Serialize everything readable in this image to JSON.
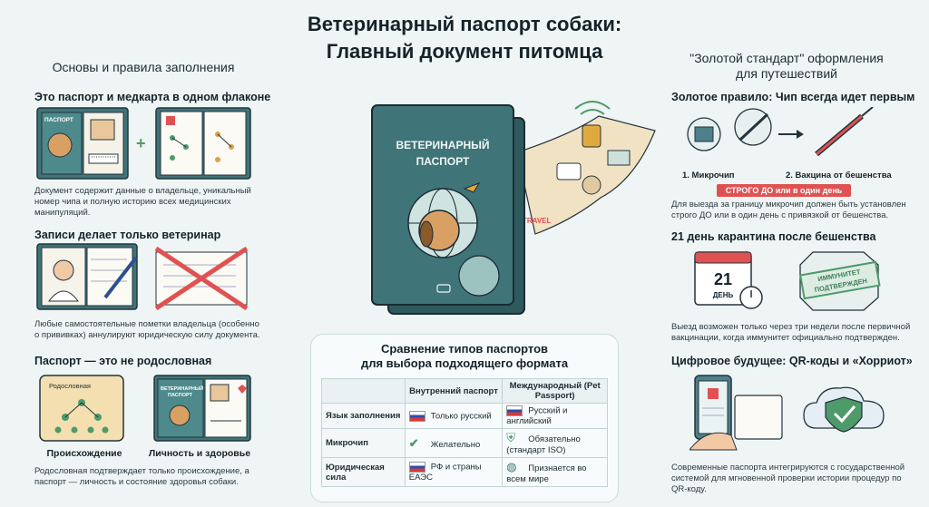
{
  "title": {
    "line1": "Ветеринарный паспорт собаки:",
    "line2": "Главный документ питомца"
  },
  "left": {
    "section_title": "Основы и правила заполнения",
    "block1": {
      "heading": "Это паспорт и медкарта в одном флаконе",
      "passport_label": "ПАСПОРТ",
      "text": "Документ содержит данные о владельце, уникальный номер чипа и полную историю всех медицинских манипуляций."
    },
    "block2": {
      "heading": "Записи делает только ветеринар",
      "text": "Любые самостоятельные пометки владельца (особенно о прививках) аннулируют юридическую силу документа."
    },
    "block3": {
      "heading": "Паспорт — это не родословная",
      "scroll_label": "Родословная",
      "passport_label": "ВЕТЕРИНАРНЫЙ ПАСПОРТ",
      "caption_origin": "Происхождение",
      "caption_health": "Личность и здоровье",
      "text": "Родословная подтверждает только происхождение, а паспорт — личность и состояние здоровья собаки."
    }
  },
  "center": {
    "passport_title_1": "ВЕТЕРИНАРНЫЙ",
    "passport_title_2": "ПАСПОРТ",
    "stamp": "TRAVEL",
    "comparison": {
      "title_1": "Сравнение типов паспортов",
      "title_2": "для выбора подходящего формата",
      "col_internal": "Внутренний паспорт",
      "col_international": "Международный (Pet Passport)",
      "rows": [
        {
          "label": "Язык заполнения",
          "internal": "Только русский",
          "international": "Русский и английский"
        },
        {
          "label": "Микрочип",
          "internal": "Желательно",
          "international": "Обязательно (стандарт ISO)"
        },
        {
          "label": "Юридическая сила",
          "internal": "РФ и страны ЕАЭС",
          "international": "Признается во всем мире"
        }
      ]
    }
  },
  "right": {
    "section_title_1": "\"Золотой стандарт\" оформления",
    "section_title_2": "для путешествий",
    "block1": {
      "heading": "Золотое правило: Чип всегда идет первым",
      "label_chip": "1. Микрочип",
      "label_vaccine": "2. Вакцина от бешенства",
      "badge": "СТРОГО ДО или в один день",
      "text": "Для выезда за границу микрочип должен быть установлен строго ДО или в один день с привязкой от бешенства."
    },
    "block2": {
      "heading": "21 день карантина после бешенства",
      "calendar_number": "21",
      "calendar_word": "ДЕНЬ",
      "stamp_1": "ИММУНИТЕТ",
      "stamp_2": "ПОДТВЕРЖДЕН",
      "text": "Выезд возможен только через три недели после первичной вакцинации, когда иммунитет официально подтвержден."
    },
    "block3": {
      "heading": "Цифровое будущее: QR-коды и «Хорриот»",
      "text": "Современные паспорта интегрируются с государственной системой для мгновенной проверки истории процедур по QR-коду."
    }
  },
  "colors": {
    "passport_cover": "#3f7478",
    "accent_red": "#e05252",
    "accent_green": "#4e9a6a",
    "background": "#eef5f4"
  }
}
